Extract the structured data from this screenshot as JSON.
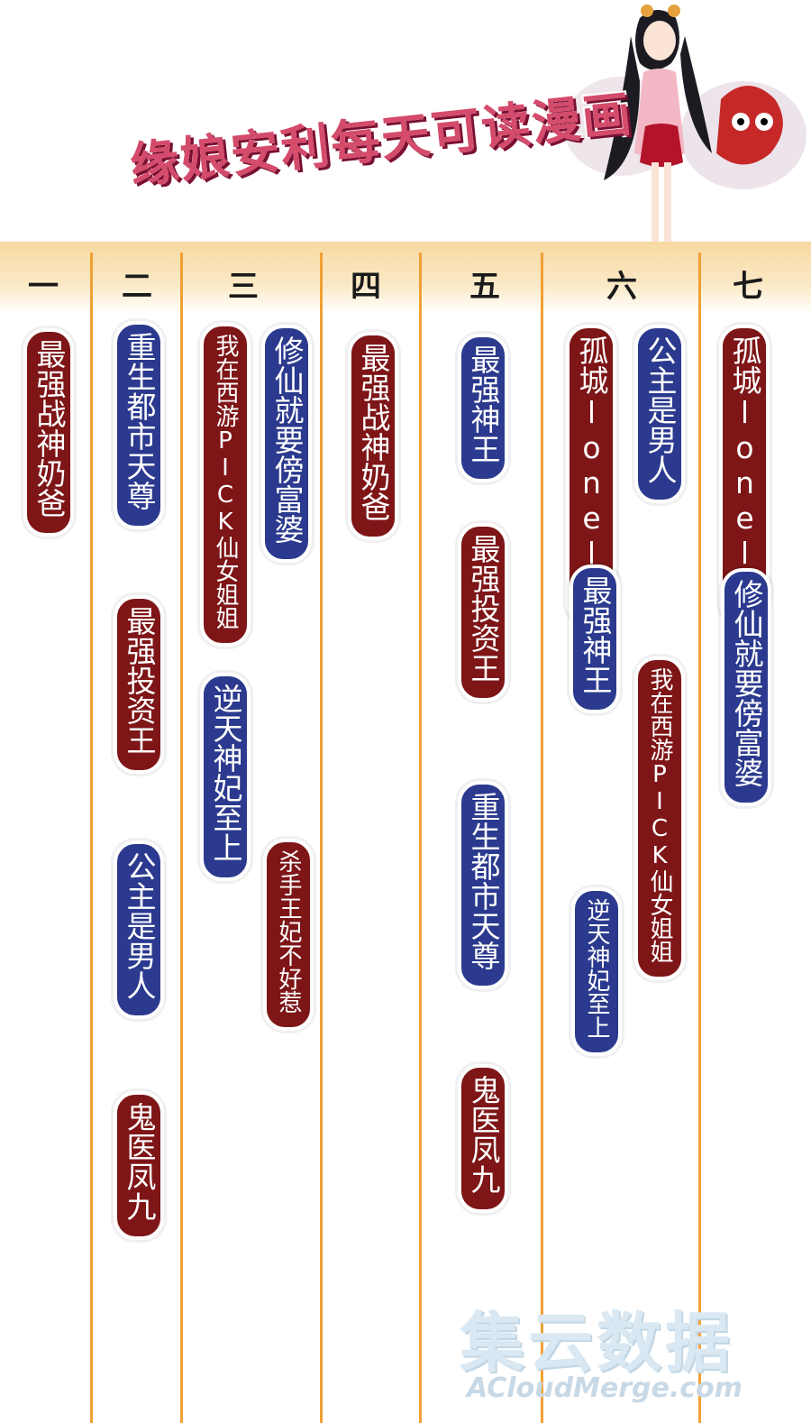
{
  "banner_title": "缘娘安利每天可读漫画",
  "days": [
    "一",
    "二",
    "三",
    "四",
    "五",
    "六",
    "七"
  ],
  "columns": {
    "mon": [
      {
        "title": "最强战神奶爸",
        "color": "red"
      }
    ],
    "tue": [
      {
        "title": "重生都市天尊",
        "color": "blue"
      },
      {
        "title": "最强投资王",
        "color": "red"
      },
      {
        "title": "公主是男人",
        "color": "blue"
      },
      {
        "title": "鬼医凤九",
        "color": "red"
      }
    ],
    "wed": [
      {
        "title": "我在西游PICK仙女姐姐",
        "color": "red"
      },
      {
        "title": "修仙就要傍富婆",
        "color": "blue"
      },
      {
        "title": "逆天神妃至上",
        "color": "blue"
      },
      {
        "title": "杀手王妃不好惹",
        "color": "red"
      }
    ],
    "thu": [
      {
        "title": "最强战神奶爸",
        "color": "red"
      }
    ],
    "fri": [
      {
        "title": "最强神王",
        "color": "blue"
      },
      {
        "title": "最强投资王",
        "color": "red"
      },
      {
        "title": "重生都市天尊",
        "color": "blue"
      },
      {
        "title": "鬼医凤九",
        "color": "red"
      }
    ],
    "sat": [
      {
        "title": "孤城lonely",
        "color": "red"
      },
      {
        "title": "公主是男人",
        "color": "blue"
      },
      {
        "title": "最强神王",
        "color": "blue"
      },
      {
        "title": "我在西游PICK仙女姐姐",
        "color": "red"
      },
      {
        "title": "逆天神妃至上",
        "color": "blue"
      }
    ],
    "sun": [
      {
        "title": "孤城lonely",
        "color": "red"
      },
      {
        "title": "修仙就要傍富婆",
        "color": "blue"
      }
    ]
  },
  "watermark": {
    "cn": "集云数据",
    "en": "ACloudMerge.com"
  },
  "colors": {
    "red": "#7e1517",
    "blue": "#2b3a8e",
    "line": "#f1a034",
    "banner": "#d44b6b"
  }
}
